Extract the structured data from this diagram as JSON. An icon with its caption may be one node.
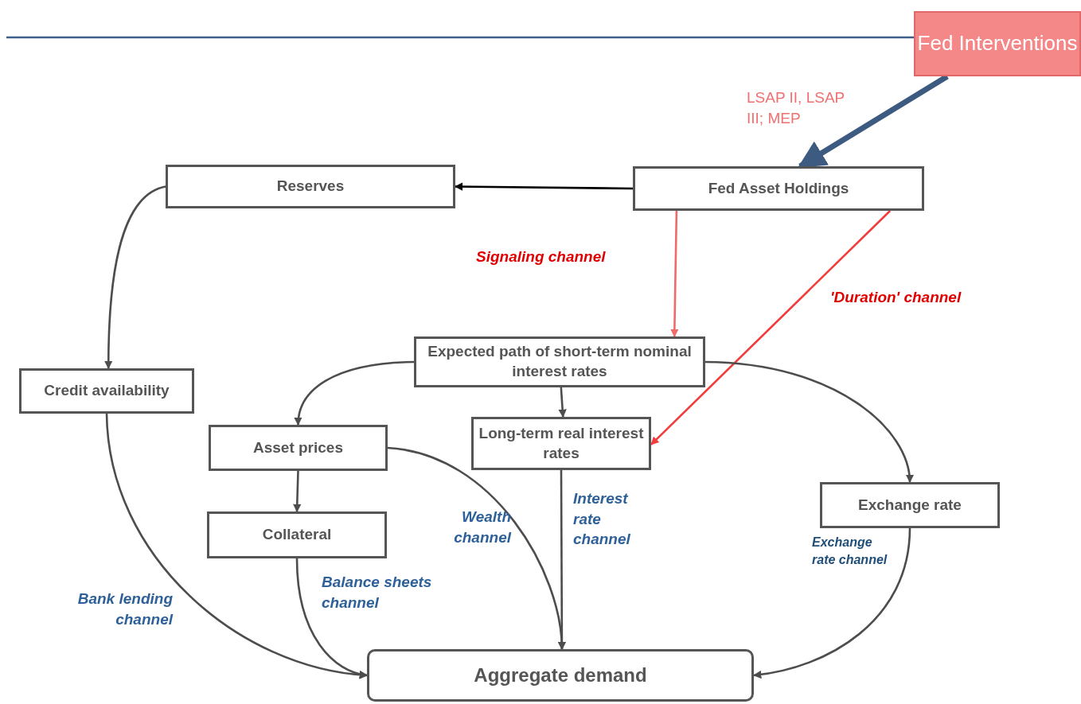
{
  "diagram": {
    "nodes": [
      {
        "text": [
          "Fed Interventions"
        ]
      },
      {
        "text": [
          "Reserves"
        ]
      },
      {
        "text": [
          "Fed Asset Holdings"
        ]
      },
      {
        "text": [
          "Expected path of short-term nominal interest rates"
        ]
      },
      {
        "text": [
          "Credit availability"
        ]
      },
      {
        "text": [
          "Asset prices"
        ]
      },
      {
        "text": [
          "Long-term real interest rates"
        ]
      },
      {
        "text": [
          "Collateral"
        ]
      },
      {
        "text": [
          "Exchange rate"
        ]
      },
      {
        "text": [
          "Aggregate demand"
        ]
      }
    ],
    "edges": [
      {
        "from": 0,
        "to": 2,
        "arrow": "to",
        "label": "LSAP II, LSAP III; MEP",
        "style": "thick",
        "color": "#3d5a80"
      },
      {
        "from": 2,
        "to": 1,
        "arrow": "to",
        "color": "#000000"
      },
      {
        "from": 2,
        "to": 3,
        "arrow": "to",
        "label": "Signaling channel",
        "color": "#f06a6a"
      },
      {
        "from": 2,
        "to": 6,
        "arrow": "to",
        "label": "'Duration' channel",
        "color": "#f23c3c"
      },
      {
        "from": 1,
        "to": 4,
        "arrow": "to"
      },
      {
        "from": 3,
        "to": 5,
        "arrow": "to"
      },
      {
        "from": 3,
        "to": 6,
        "arrow": "to"
      },
      {
        "from": 3,
        "to": 8,
        "arrow": "to"
      },
      {
        "from": 5,
        "to": 7,
        "arrow": "to"
      },
      {
        "from": 5,
        "to": 9,
        "arrow": "to",
        "label": "Wealth channel"
      },
      {
        "from": 6,
        "to": 9,
        "arrow": "to",
        "label": "Interest rate channel"
      },
      {
        "from": 7,
        "to": 9,
        "arrow": "to",
        "label": "Balance sheets channel"
      },
      {
        "from": 4,
        "to": 9,
        "arrow": "to",
        "label": "Bank lending channel"
      },
      {
        "from": 8,
        "to": 9,
        "arrow": "to",
        "label": "Exchange rate channel"
      }
    ]
  }
}
